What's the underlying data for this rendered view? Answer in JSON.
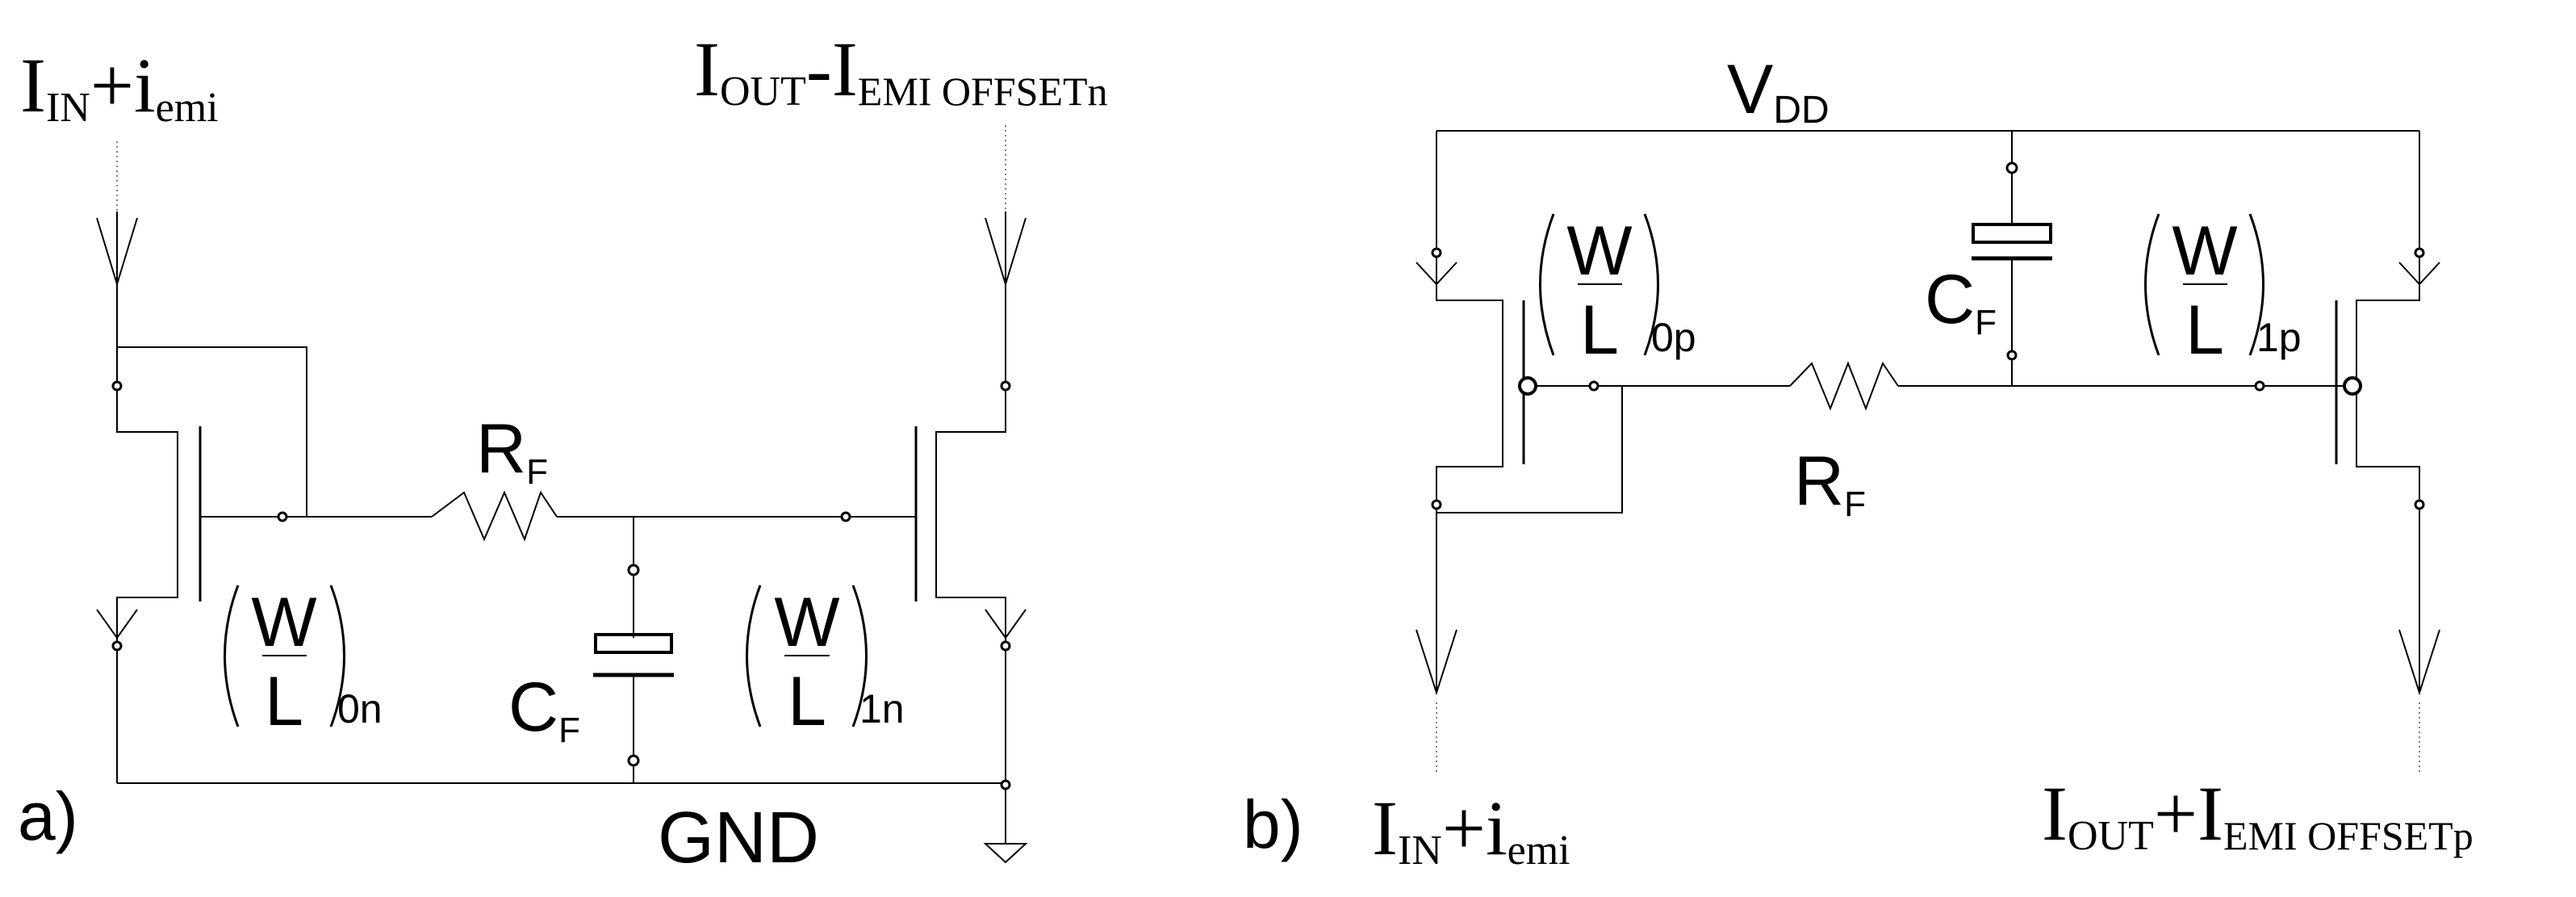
{
  "panel_a": {
    "label": "a)",
    "input_current": {
      "main": "I",
      "main_sub": "IN",
      "op": "+",
      "emi": "i",
      "emi_sub": "emi"
    },
    "output_current": {
      "main": "I",
      "main_sub": "OUT",
      "op": "-",
      "emi": "I",
      "emi_sub": "EMI OFFSETn"
    },
    "resistor": {
      "main": "R",
      "sub": "F"
    },
    "capacitor": {
      "main": "C",
      "sub": "F"
    },
    "m0_ratio": {
      "num": "W",
      "den": "L",
      "sub": "0n"
    },
    "m1_ratio": {
      "num": "W",
      "den": "L",
      "sub": "1n"
    },
    "ground": "GND"
  },
  "panel_b": {
    "label": "b)",
    "supply": {
      "main": "V",
      "sub": "DD"
    },
    "input_current": {
      "main": "I",
      "main_sub": "IN",
      "op": "+",
      "emi": "i",
      "emi_sub": "emi"
    },
    "output_current": {
      "main": "I",
      "main_sub": "OUT",
      "op": "+",
      "emi": "I",
      "emi_sub": "EMI OFFSETp"
    },
    "resistor": {
      "main": "R",
      "sub": "F"
    },
    "capacitor": {
      "main": "C",
      "sub": "F"
    },
    "m0_ratio": {
      "num": "W",
      "den": "L",
      "sub": "0p"
    },
    "m1_ratio": {
      "num": "W",
      "den": "L",
      "sub": "1p"
    }
  }
}
